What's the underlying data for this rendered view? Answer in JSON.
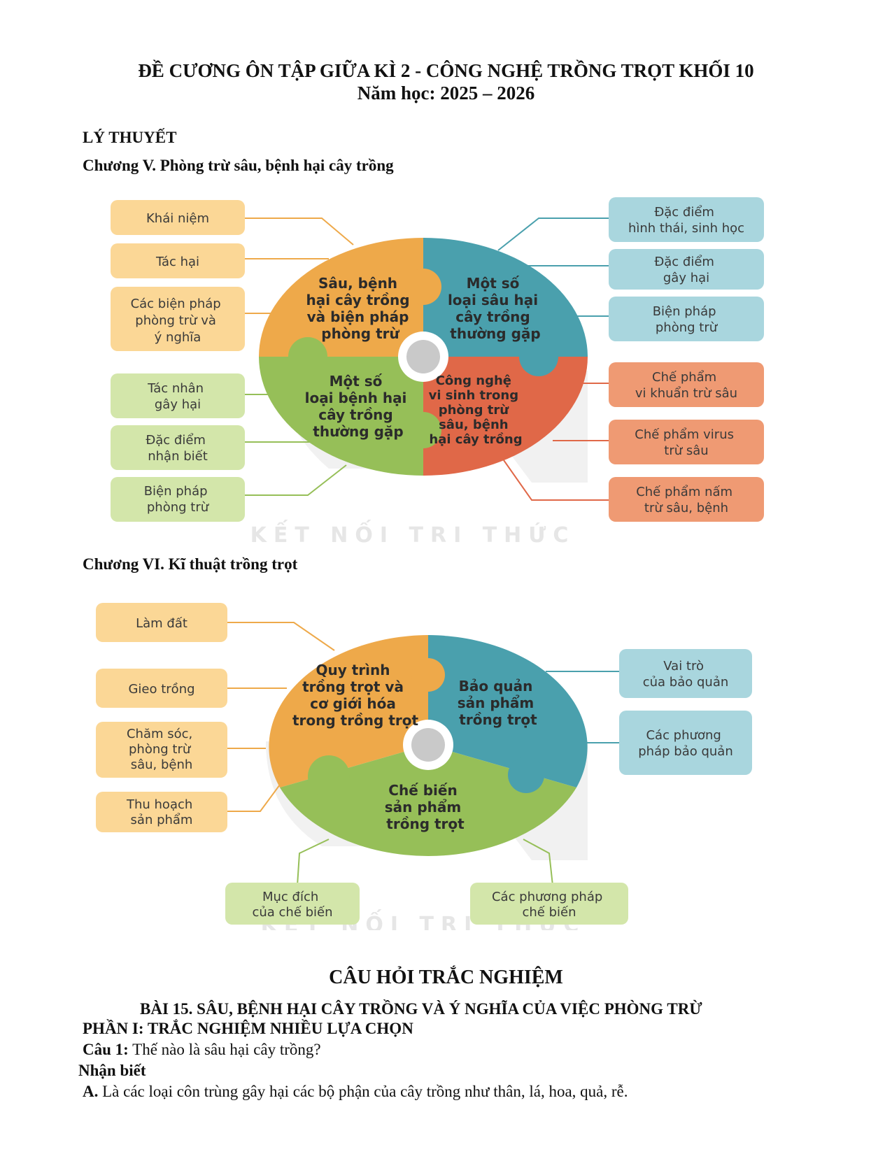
{
  "header": {
    "title": "ĐỀ CƯƠNG ÔN TẬP GIỮA KÌ 2 - CÔNG NGHỆ TRỒNG TRỌT KHỐI 10",
    "year": "Năm học: 2025 – 2026"
  },
  "theory_heading": "LÝ THUYẾT",
  "chapter5": {
    "heading": "Chương V. Phòng trừ sâu, bệnh hại cây trồng",
    "segments": {
      "tl": [
        "Sâu, bệnh",
        "hại cây trồng",
        "và biện pháp",
        "phòng trừ"
      ],
      "tr": [
        "Một số",
        "loại sâu hại",
        "cây trồng",
        "thường gặp"
      ],
      "bl": [
        "Một số",
        "loại bệnh hại",
        "cây trồng",
        "thường gặp"
      ],
      "br": [
        "Công nghệ",
        "vi sinh trong",
        "phòng trừ",
        "sâu, bệnh",
        "hại cây trồng"
      ]
    },
    "left_boxes": [
      [
        "Khái niệm"
      ],
      [
        "Tác hại"
      ],
      [
        "Các biện pháp",
        "phòng trừ và",
        "ý nghĩa"
      ],
      [
        "Tác nhân",
        "gây hại"
      ],
      [
        "Đặc điểm",
        "nhận biết"
      ],
      [
        "Biện pháp",
        "phòng trừ"
      ]
    ],
    "right_boxes": [
      [
        "Đặc điểm",
        "hình thái, sinh học"
      ],
      [
        "Đặc điểm",
        "gây hại"
      ],
      [
        "Biện pháp",
        "phòng trừ"
      ],
      [
        "Chế phẩm",
        "vi khuẩn trừ sâu"
      ],
      [
        "Chế phẩm virus",
        "trừ sâu"
      ],
      [
        "Chế phẩm nấm",
        "trừ sâu, bệnh"
      ]
    ],
    "watermark": "KẾT NỐI TRI THỨC"
  },
  "chapter6": {
    "heading": "Chương VI. Kĩ thuật trồng trọt",
    "segments": {
      "left": [
        "Quy trình",
        "trồng trọt và",
        "cơ giới hóa",
        "trong trồng trọt"
      ],
      "right": [
        "Bảo quản",
        "sản phẩm",
        "trồng trọt"
      ],
      "bottom": [
        "Chế biến",
        "sản phẩm",
        "trồng trọt"
      ]
    },
    "left_boxes": [
      [
        "Làm đất"
      ],
      [
        "Gieo trồng"
      ],
      [
        "Chăm sóc,",
        "phòng trừ",
        "sâu, bệnh"
      ],
      [
        "Thu hoạch",
        "sản phẩm"
      ]
    ],
    "right_boxes": [
      [
        "Vai trò",
        "của bảo quản"
      ],
      [
        "Các phương",
        "pháp bảo quản"
      ]
    ],
    "bottom_boxes": [
      [
        "Mục đích",
        "của chế biến"
      ],
      [
        "Các phương pháp",
        "chế biến"
      ]
    ],
    "watermark": "KẾT NỐI TRI THỨC"
  },
  "quiz": {
    "heading": "CÂU HỎI TRẮC NGHIỆM",
    "lesson": "BÀI 15. SÂU, BỆNH HẠI CÂY TRỒNG VÀ Ý NGHĨA CỦA VIỆC PHÒNG TRỪ",
    "part": "PHẦN I: TRẮC NGHIỆM NHIỀU LỰA CHỌN",
    "q1_label": "Câu 1:",
    "q1_text": " Thế nào là sâu hại cây trồng?",
    "level": "Nhận biết",
    "optA_label": "A.",
    "optA_text": " Là các loại côn trùng gây hại các bộ phận của cây trồng như thân, lá, hoa, quả, rễ."
  },
  "colors": {
    "orange_seg": "#eea94a",
    "teal_seg": "#4aa0ad",
    "green_seg": "#96bf58",
    "red_seg": "#e06848",
    "orange_box": "#fbd796",
    "teal_box": "#a9d6de",
    "green_box": "#d3e6aa",
    "red_box": "#ef9a73"
  }
}
